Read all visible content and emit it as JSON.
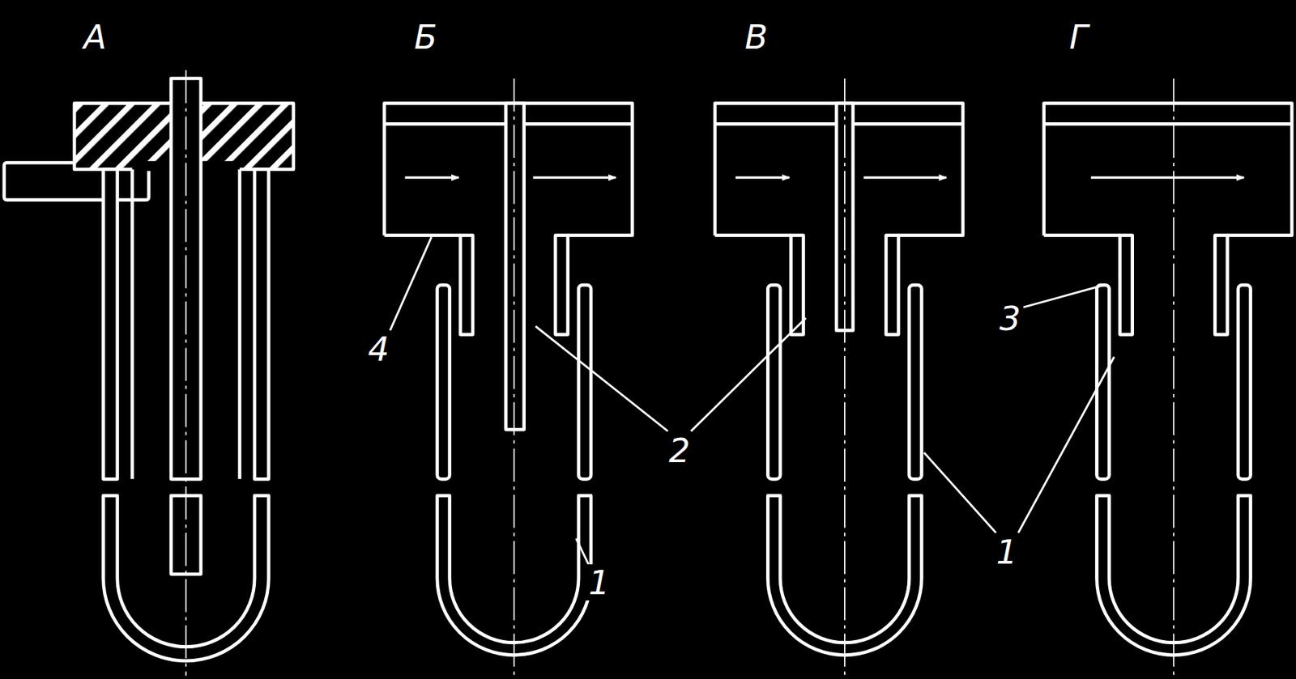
{
  "diagram": {
    "labels": [
      "А",
      "Б",
      "В",
      "Г",
      "4",
      "2",
      "3",
      "1",
      "1"
    ]
  }
}
